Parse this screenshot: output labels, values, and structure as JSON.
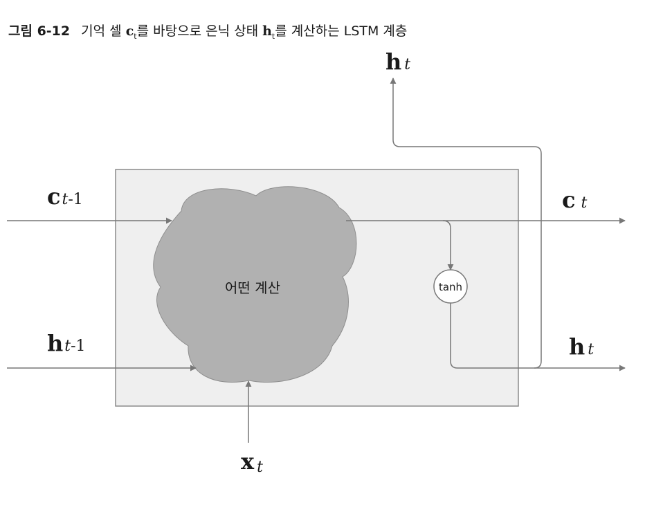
{
  "caption": {
    "figure_label": "그림 6-12",
    "part1": "기억 셀 ",
    "var_c": "c",
    "sub_c": "t",
    "part2": "를 바탕으로 은닉 상태 ",
    "var_h": "h",
    "sub_h": "t",
    "part3": "를 계산하는 LSTM 계층"
  },
  "diagram": {
    "cloud_text": "어떤 계산",
    "tanh_label": "tanh",
    "inputs": {
      "c_prev": {
        "var": "c",
        "sub": "t",
        "suffix": "-1"
      },
      "h_prev": {
        "var": "h",
        "sub": "t",
        "suffix": "-1"
      },
      "x": {
        "var": "x",
        "sub": "t"
      }
    },
    "outputs": {
      "c": {
        "var": "c",
        "sub": "t"
      },
      "h": {
        "var": "h",
        "sub": "t"
      },
      "h_up": {
        "var": "h",
        "sub": "t"
      }
    }
  }
}
